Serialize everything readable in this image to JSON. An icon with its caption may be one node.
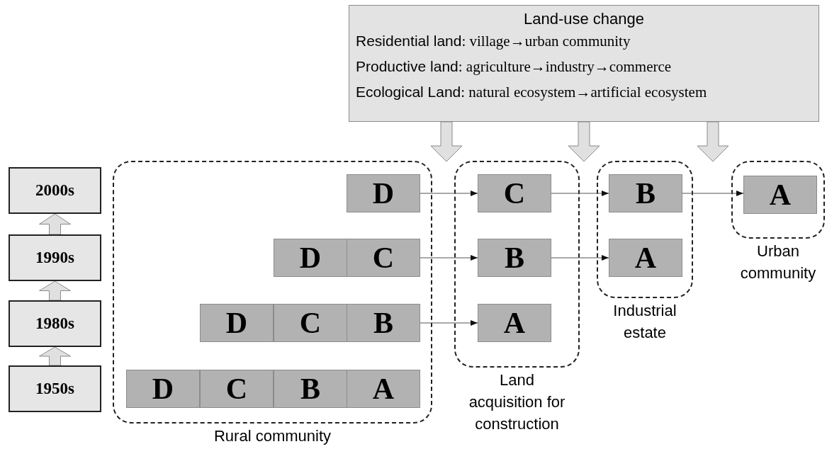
{
  "diagram": {
    "nodes": [
      {
        "text": [
          "Land-use change",
          "**Residential land**: village→urban community",
          "**Productive land**: agriculture→industry→commerce",
          "**Ecological Land**: natural ecosystem→artificial ecosystem"
        ]
      },
      {
        "text": [
          "Rural community"
        ]
      },
      {
        "text": [
          "Land acquisition for construction"
        ]
      },
      {
        "text": [
          "Industrial estate"
        ]
      },
      {
        "text": [
          "Urban community"
        ]
      },
      {
        "text": [
          "2000s"
        ]
      },
      {
        "text": [
          "1990s"
        ]
      },
      {
        "text": [
          "1980s"
        ]
      },
      {
        "text": [
          "1950s"
        ]
      },
      {
        "text": [
          "D"
        ],
        "in": 1
      },
      {
        "text": [
          "D"
        ],
        "in": 1
      },
      {
        "text": [
          "C"
        ],
        "in": 1
      },
      {
        "text": [
          "D"
        ],
        "in": 1
      },
      {
        "text": [
          "C"
        ],
        "in": 1
      },
      {
        "text": [
          "B"
        ],
        "in": 1
      },
      {
        "text": [
          "D"
        ],
        "in": 1
      },
      {
        "text": [
          "C"
        ],
        "in": 1
      },
      {
        "text": [
          "B"
        ],
        "in": 1
      },
      {
        "text": [
          "A"
        ],
        "in": 1
      },
      {
        "text": [
          "C"
        ],
        "in": 2
      },
      {
        "text": [
          "B"
        ],
        "in": 2
      },
      {
        "text": [
          "A"
        ],
        "in": 2
      },
      {
        "text": [
          "B"
        ],
        "in": 3
      },
      {
        "text": [
          "A"
        ],
        "in": 3
      },
      {
        "text": [
          "A"
        ],
        "in": 4
      }
    ],
    "edges": [
      {
        "from": 0,
        "to": null,
        "arrow": "to",
        "style": "thick",
        "color": "#e0e0e0"
      },
      {
        "from": 0,
        "to": null,
        "arrow": "to",
        "style": "thick",
        "color": "#e0e0e0"
      },
      {
        "from": 0,
        "to": null,
        "arrow": "to",
        "style": "thick",
        "color": "#e0e0e0"
      },
      {
        "from": 8,
        "to": 7,
        "arrow": "to",
        "style": "thick",
        "color": "#e0e0e0"
      },
      {
        "from": 7,
        "to": 6,
        "arrow": "to",
        "style": "thick",
        "color": "#e0e0e0"
      },
      {
        "from": 6,
        "to": 5,
        "arrow": "to",
        "style": "thick",
        "color": "#e0e0e0"
      },
      {
        "from": 9,
        "to": 19,
        "arrow": "to"
      },
      {
        "from": 19,
        "to": 22,
        "arrow": "to"
      },
      {
        "from": 22,
        "to": 24,
        "arrow": "to"
      },
      {
        "from": 11,
        "to": 20,
        "arrow": "to"
      },
      {
        "from": 20,
        "to": 23,
        "arrow": "to"
      },
      {
        "from": 14,
        "to": 21,
        "arrow": "to"
      }
    ]
  }
}
